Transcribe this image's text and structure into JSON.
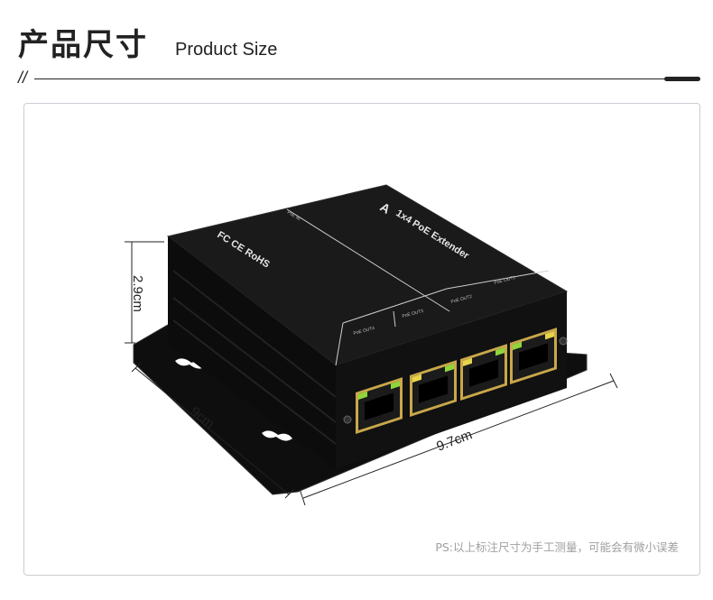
{
  "header": {
    "title_cn": "产品尺寸",
    "title_en": "Product Size",
    "slash": "//"
  },
  "product": {
    "brand_mark": "A",
    "model": "1x4 PoE Extender",
    "certifications": "FC CE RoHS",
    "port_labels": [
      "PoE OUT1",
      "PoE OUT2",
      "PoE OUT3",
      "PoE OUT4"
    ],
    "port_in_label": "PoE IN"
  },
  "dimensions": {
    "height": "2.9cm",
    "depth": "9cm",
    "width": "9.7cm"
  },
  "note": "PS:以上标注尺寸为手工测量，可能会有微小误差",
  "colors": {
    "device_body": "#151515",
    "device_side": "#0b0b0b",
    "port_gold": "#c9a84a",
    "led_green": "#8fd63b",
    "led_yellow": "#e8d34a",
    "frame_border": "#c9ced2"
  }
}
